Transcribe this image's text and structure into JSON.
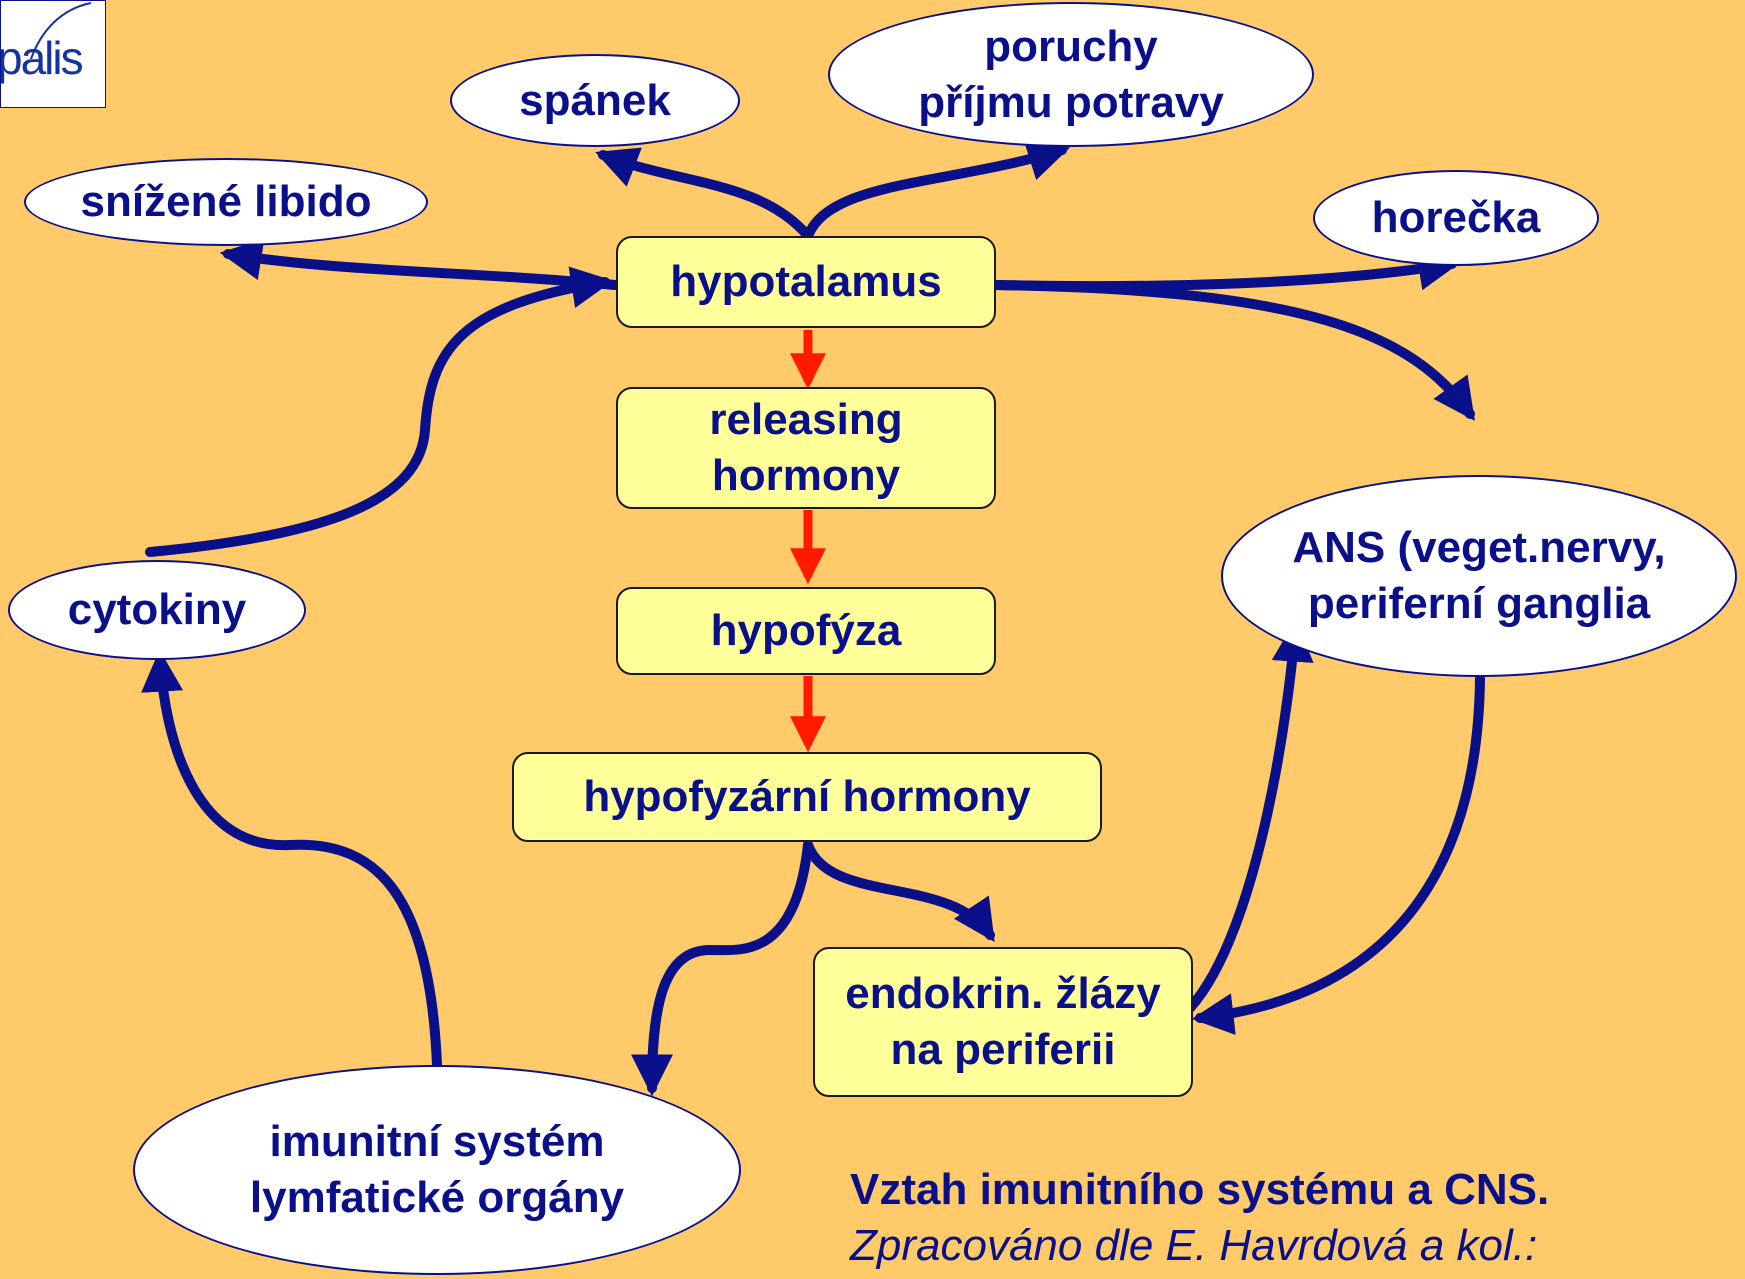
{
  "logo": {
    "text": "palis"
  },
  "nodes": {
    "hypotalamus": "hypotalamus",
    "releasing": {
      "line1": "releasing",
      "line2": "hormony"
    },
    "hypofyza": "hypofýza",
    "hypofyzarni": "hypofyzární hormony",
    "endokrin": {
      "line1": "endokrin. žlázy",
      "line2": "na periferii"
    },
    "spanek": "spánek",
    "poruchy": {
      "line1": "poruchy",
      "line2": "příjmu potravy"
    },
    "libido": "snížené libido",
    "horecka": "horečka",
    "ans": {
      "line1": "ANS (veget.nervy,",
      "line2": "periferní ganglia"
    },
    "cytokiny": "cytokiny",
    "imunitni": {
      "line1": "imunitní systém",
      "line2": "lymfatické orgány"
    }
  },
  "caption": {
    "title": "Vztah imunitního systému a CNS.",
    "source": "Zpracováno dle E. Havrdová a kol.:"
  },
  "colors": {
    "background": "#FECA6A",
    "box_fill": "#FFFF99",
    "ellipse_fill": "#FFFFFF",
    "text": "#0A0F8A",
    "arrow_blue": "#0A0F8A",
    "arrow_red": "#FF1A00"
  }
}
